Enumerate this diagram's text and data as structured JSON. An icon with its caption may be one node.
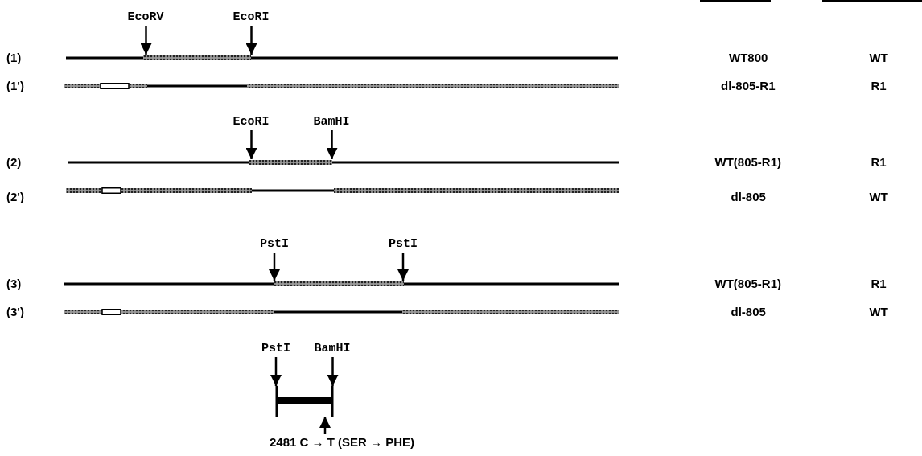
{
  "diagram": {
    "nodes": [
      {
        "text": [
          "EcoRV"
        ]
      },
      {
        "text": [
          "EcoRI"
        ]
      },
      {
        "text": [],
        "shape": "bar"
      },
      {
        "text": [],
        "shape": "bar"
      },
      {
        "text": [
          "EcoRI"
        ]
      },
      {
        "text": [
          "BamHI"
        ]
      },
      {
        "text": [],
        "shape": "bar"
      },
      {
        "text": [],
        "shape": "bar"
      },
      {
        "text": [
          "PstI"
        ]
      },
      {
        "text": [
          "PstI"
        ]
      },
      {
        "text": [],
        "shape": "bar"
      },
      {
        "text": [],
        "shape": "bar"
      },
      {
        "text": [
          "PstI"
        ]
      },
      {
        "text": [
          "BamHI"
        ]
      },
      {
        "text": [],
        "shape": "bar"
      },
      {
        "text": [
          "2481 C → T (SER → PHE)"
        ]
      }
    ],
    "edges": [
      {
        "from": 0,
        "to": 2,
        "arrow": "to"
      },
      {
        "from": 1,
        "to": 2,
        "arrow": "to"
      },
      {
        "from": 4,
        "to": 6,
        "arrow": "to"
      },
      {
        "from": 5,
        "to": 6,
        "arrow": "to"
      },
      {
        "from": 8,
        "to": 10,
        "arrow": "to"
      },
      {
        "from": 9,
        "to": 10,
        "arrow": "to"
      },
      {
        "from": 12,
        "to": 14,
        "arrow": "to"
      },
      {
        "from": 13,
        "to": 14,
        "arrow": "to"
      },
      {
        "from": 15,
        "to": 14,
        "arrow": "to"
      }
    ],
    "labels": [
      "(1)",
      "WT800",
      "WT",
      "(1')",
      "dl-805-R1",
      "R1",
      "(2)",
      "WT(805-R1)",
      "R1",
      "(2')",
      "dl-805",
      "WT",
      "(3)",
      "WT(805-R1)",
      "R1",
      "(3')",
      "dl-805",
      "WT"
    ]
  }
}
